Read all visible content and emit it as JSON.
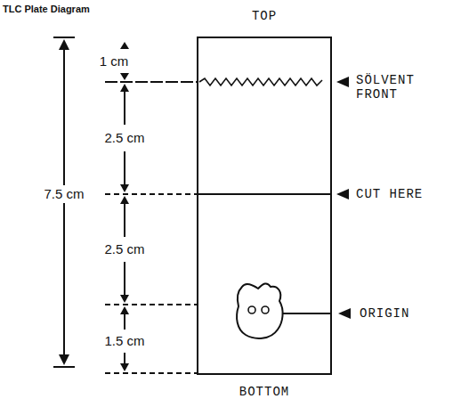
{
  "diagram": {
    "title": "TLC Plate Diagram",
    "labels": [
      "TOP",
      "1 cm",
      "SÖLVENT FRONT",
      "2.5 cm",
      "7.5 cm",
      "CUT HERE",
      "2.5 cm",
      "ORIGIN",
      "1.5 cm",
      "BOTTOM"
    ]
  }
}
